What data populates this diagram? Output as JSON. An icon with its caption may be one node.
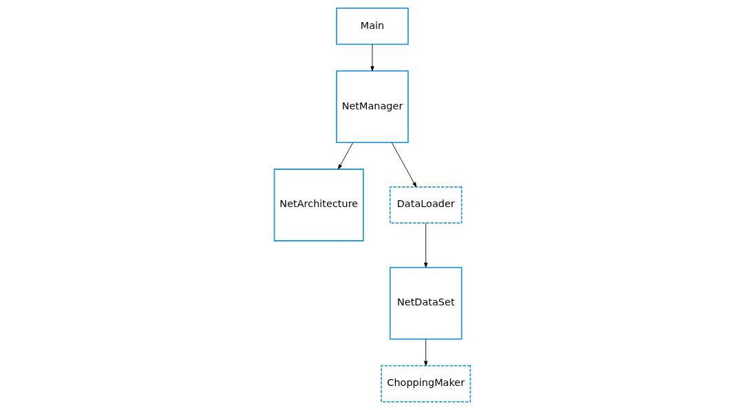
{
  "diagram": {
    "nodes": [
      {
        "text": [
          "Main"
        ]
      },
      {
        "text": [
          "NetDataSet"
        ]
      },
      {
        "text": [
          "ChoppingMaker"
        ]
      },
      {
        "text": [
          "NetManager"
        ]
      },
      {
        "text": [
          "NetArchitecture"
        ]
      },
      {
        "text": [
          "DataLoader"
        ]
      }
    ],
    "edges": [
      {
        "from": 0,
        "to": 3,
        "arrow": "to"
      },
      {
        "from": 1,
        "to": 2,
        "arrow": "to"
      },
      {
        "from": 5,
        "to": 1,
        "arrow": "to"
      },
      {
        "from": 3,
        "to": 5,
        "arrow": "to"
      },
      {
        "from": 3,
        "to": 4,
        "arrow": "to"
      }
    ]
  }
}
